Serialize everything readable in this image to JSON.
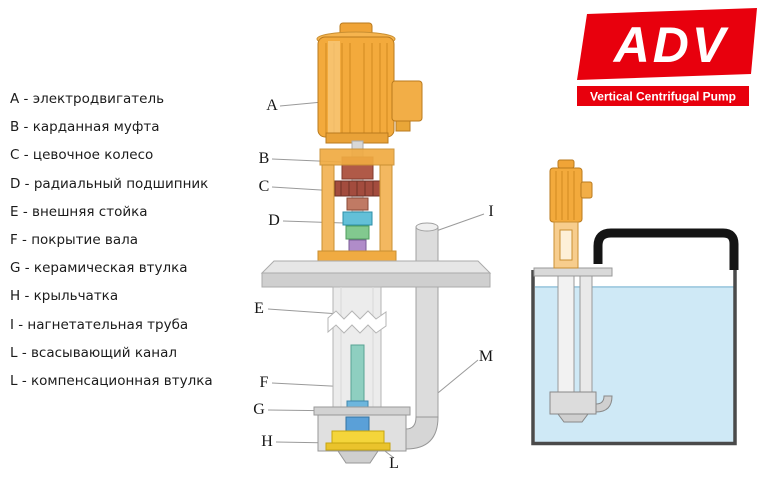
{
  "legend": {
    "items": [
      {
        "text": "A - электродвигатель"
      },
      {
        "text": "B - карданная муфта"
      },
      {
        "text": "C - цевочное колесо"
      },
      {
        "text": "D - радиальный подшипник"
      },
      {
        "text": "E - внешняя стойка"
      },
      {
        "text": "F - покрытие вала"
      },
      {
        "text": "G - керамическая втулка"
      },
      {
        "text": "H - крыльчатка"
      },
      {
        "text": "I - нагнетательная труба"
      },
      {
        "text": "L - всасывающий канал"
      },
      {
        "text": "L - компенсационная втулка"
      }
    ]
  },
  "logo": {
    "title": "ADV",
    "subtitle": "Vertical Centrifugal Pump",
    "brand_color": "#e8000d"
  },
  "diagram": {
    "callouts": [
      {
        "label": "A"
      },
      {
        "label": "B"
      },
      {
        "label": "C"
      },
      {
        "label": "D"
      },
      {
        "label": "I"
      },
      {
        "label": "E"
      },
      {
        "label": "M"
      },
      {
        "label": "F"
      },
      {
        "label": "G"
      },
      {
        "label": "H"
      },
      {
        "label": "L"
      }
    ],
    "colors": {
      "motor_orange": "#f3aa3c",
      "coupling_red": "#a85040",
      "bearing_blue": "#63c0d8",
      "sleeve_green": "#82c98f",
      "impeller_yellow": "#f4d53a",
      "water_blue": "#cfe9f6"
    }
  }
}
